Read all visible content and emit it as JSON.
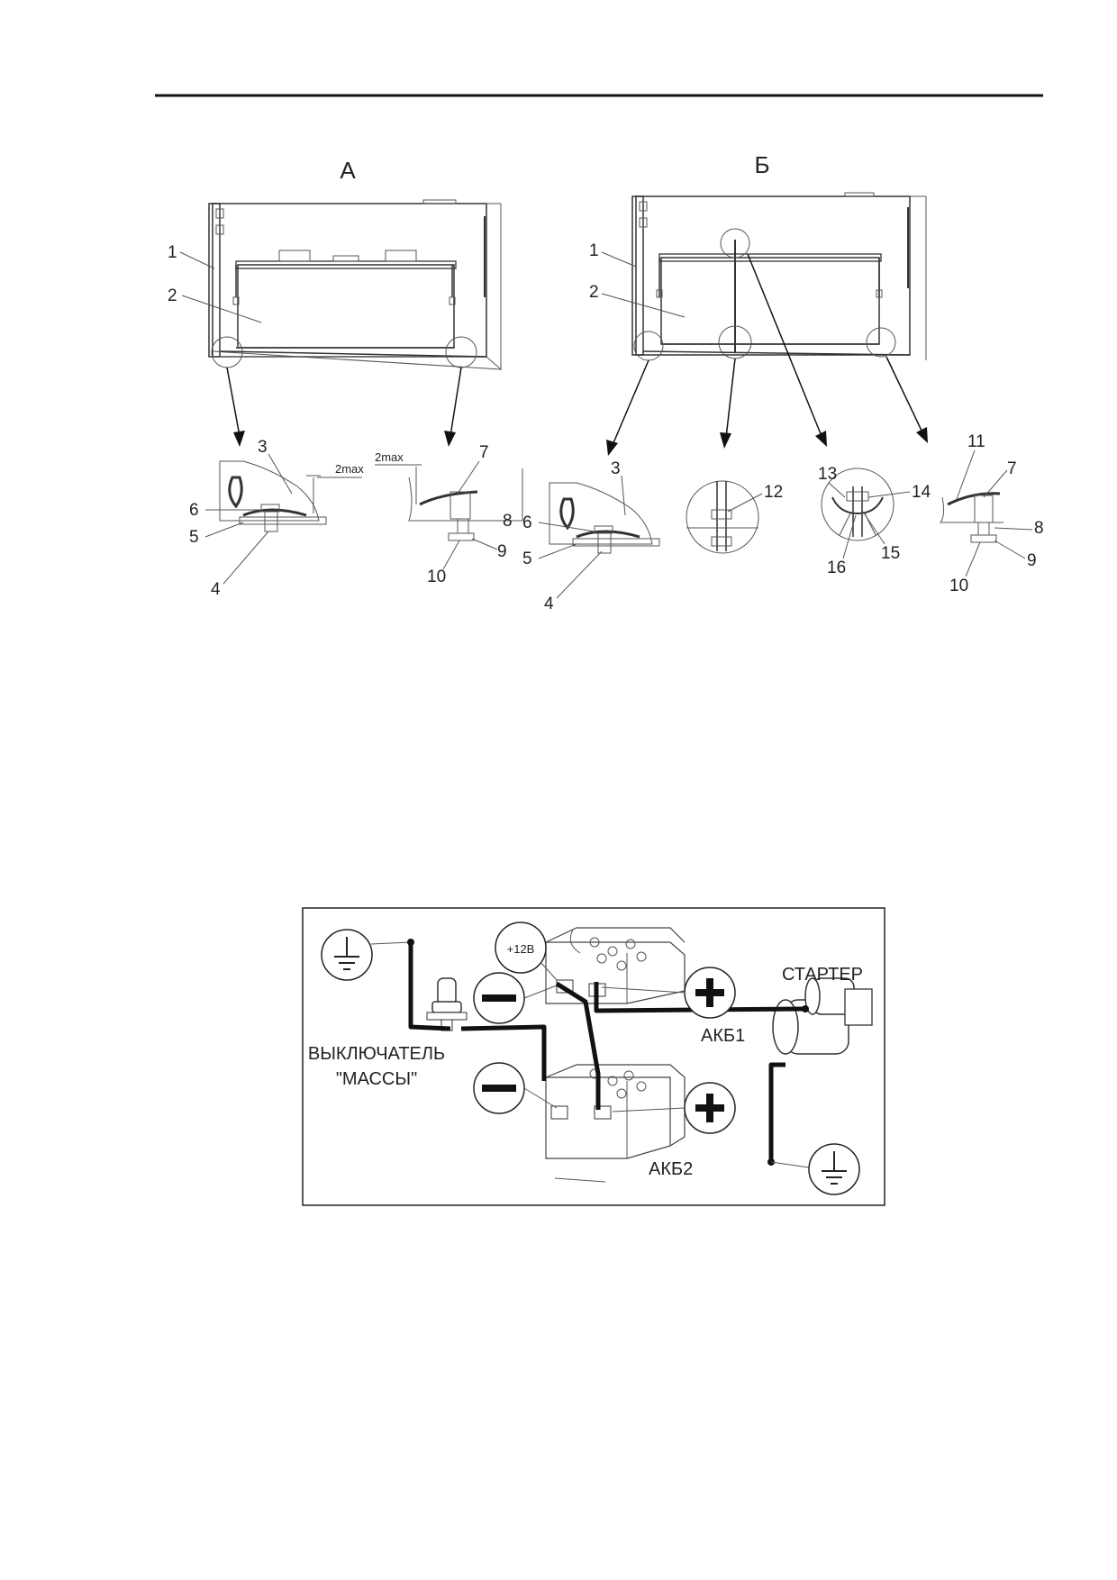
{
  "view_a": {
    "title": "А",
    "callouts": [
      "1",
      "2",
      "3",
      "4",
      "5",
      "6",
      "7",
      "8",
      "9",
      "10"
    ],
    "gap_left": "2max",
    "gap_right": "2max"
  },
  "view_b": {
    "title": "Б",
    "callouts": [
      "1",
      "2",
      "3",
      "4",
      "5",
      "6",
      "7",
      "8",
      "9",
      "10",
      "11",
      "12",
      "13",
      "14",
      "15",
      "16"
    ]
  },
  "wiring": {
    "plus12": "+12В",
    "starter": "СТАРТЕР",
    "battery1": "АКБ1",
    "battery2": "АКБ2",
    "switch_line1": "ВЫКЛЮЧАТЕЛЬ",
    "switch_line2": "\"МАССЫ\"",
    "minus": "—",
    "plus": "+"
  }
}
